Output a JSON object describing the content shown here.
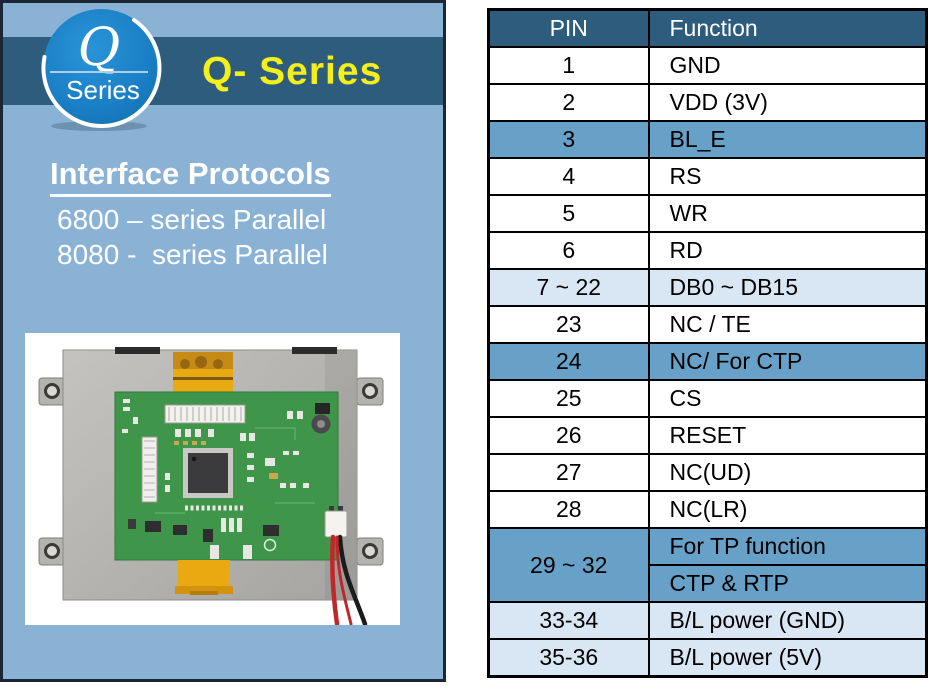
{
  "left_panel": {
    "logo": {
      "letter": "Q",
      "word": "Series"
    },
    "title": "Q- Series",
    "protocols": {
      "heading": "Interface Protocols",
      "lines": [
        "6800 – series Parallel",
        "8080 -  series Parallel"
      ]
    }
  },
  "table": {
    "headers": [
      "PIN",
      "Function"
    ],
    "rows": [
      {
        "pin": "1",
        "function": "GND",
        "bg": "white"
      },
      {
        "pin": "2",
        "function": "VDD (3V)",
        "bg": "white"
      },
      {
        "pin": "3",
        "function": "BL_E",
        "bg": "medium"
      },
      {
        "pin": "4",
        "function": "RS",
        "bg": "white"
      },
      {
        "pin": "5",
        "function": "WR",
        "bg": "white"
      },
      {
        "pin": "6",
        "function": "RD",
        "bg": "white"
      },
      {
        "pin": "7 ~ 22",
        "function": "DB0 ~ DB15",
        "bg": "light"
      },
      {
        "pin": "23",
        "function": "NC / TE",
        "bg": "white"
      },
      {
        "pin": "24",
        "function": "NC/ For CTP",
        "bg": "medium"
      },
      {
        "pin": "25",
        "function": "CS",
        "bg": "white"
      },
      {
        "pin": "26",
        "function": "RESET",
        "bg": "white"
      },
      {
        "pin": "27",
        "function": "NC(UD)",
        "bg": "white"
      },
      {
        "pin": "28",
        "function": "NC(LR)",
        "bg": "white"
      },
      {
        "pin": "29 ~ 32",
        "functions": [
          "For TP function",
          "CTP & RTP"
        ],
        "bg": "medium"
      },
      {
        "pin": "33-34",
        "function": "B/L power (GND)",
        "bg": "light"
      },
      {
        "pin": "35-36",
        "function": "B/L power (5V)",
        "bg": "light"
      }
    ]
  },
  "colors": {
    "panel_bg": "#8ab2d4",
    "panel_border": "#1d2636",
    "band_bg": "#2d5c7c",
    "title_yellow": "#f4ee1b",
    "logo_circle_blue": "#1a7ec4",
    "table_header_bg": "#2d5c7c",
    "table_header_text": "#ffffff",
    "row_medium_blue": "#68a1c8",
    "row_light_blue": "#d9e7f4",
    "table_border": "#000000"
  }
}
